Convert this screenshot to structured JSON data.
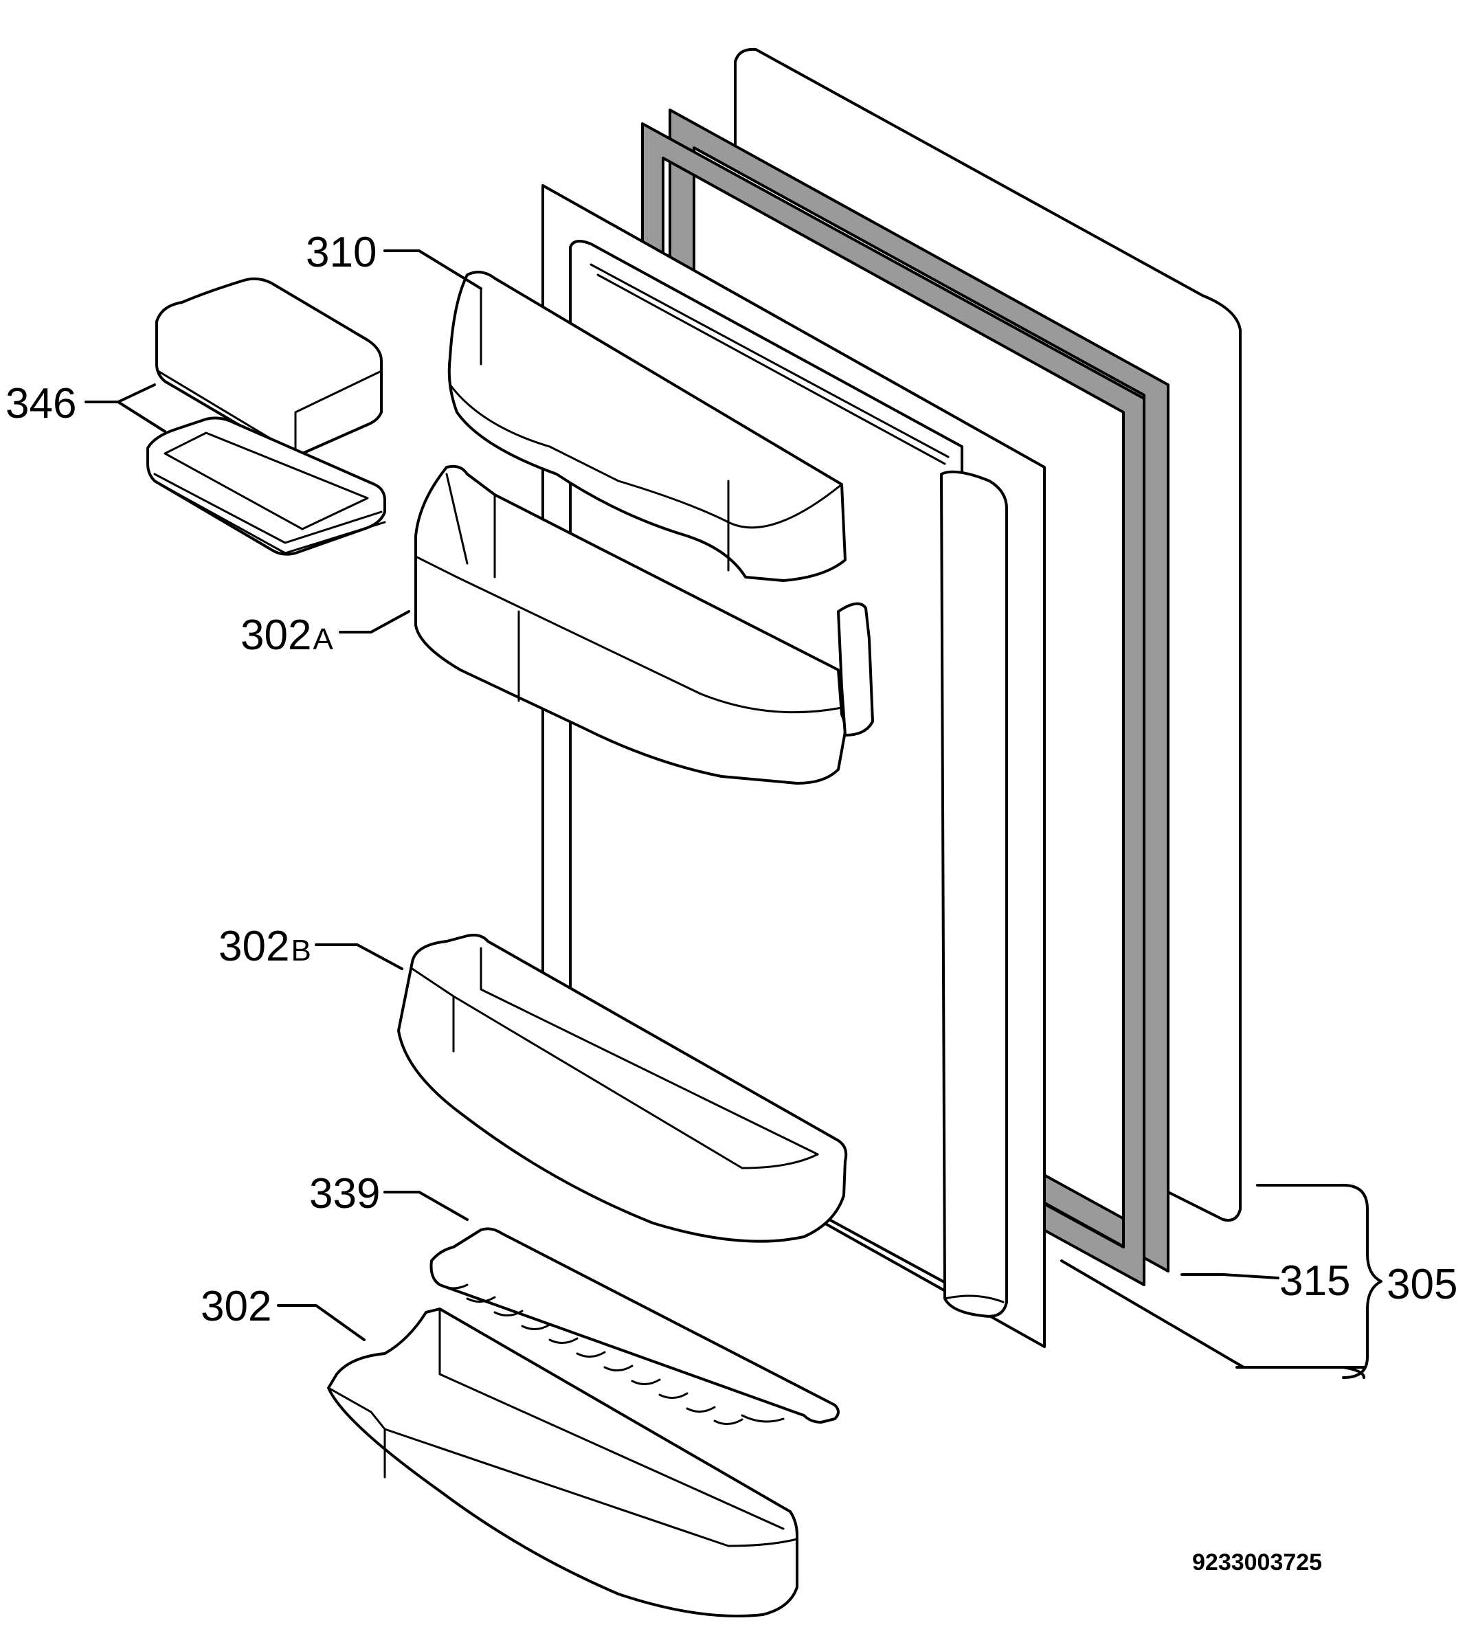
{
  "diagram": {
    "labels": {
      "p310": "310",
      "p346": "346",
      "p302a_num": "302",
      "p302a_suffix": "A",
      "p302b_num": "302",
      "p302b_suffix": "B",
      "p339": "339",
      "p302": "302",
      "p315": "315",
      "p305": "305"
    },
    "drawing_code": "9233003725"
  }
}
